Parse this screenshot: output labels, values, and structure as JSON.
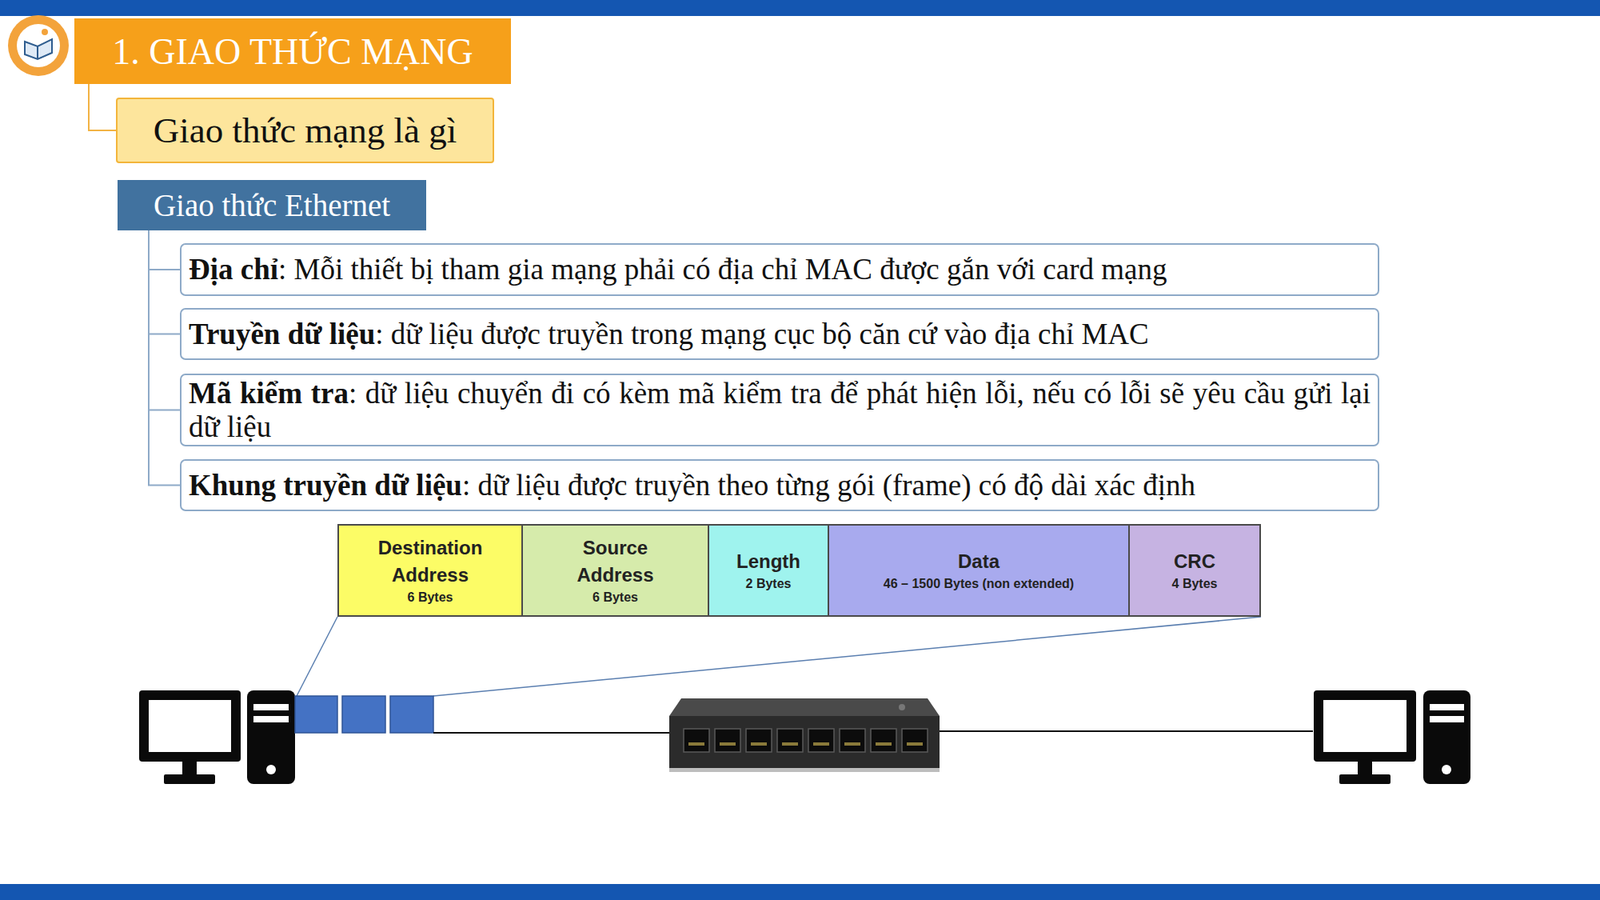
{
  "diagram": {
    "nodes": [
      {
        "text": [
          "1. GIAO THỨC MẠNG"
        ]
      },
      {
        "text": [
          "Giao thức mạng là gì"
        ]
      },
      {
        "text": [
          "Giao thức Ethernet"
        ]
      },
      {
        "text": [
          "Địa chỉ",
          ": Mỗi thiết bị tham gia mạng phải có địa chỉ MAC được gắn với card mạng"
        ]
      },
      {
        "text": [
          "Truyền dữ liệu",
          ": dữ liệu được truyền trong mạng cục bộ căn cứ vào địa chỉ MAC"
        ]
      },
      {
        "text": [
          "Mã kiểm tra",
          ": dữ liệu chuyển đi có kèm mã kiểm tra để phát hiện lỗi, nếu có lỗi sẽ yêu cầu gửi lại dữ liệu"
        ]
      },
      {
        "text": [
          "Khung truyền dữ liệu",
          ": dữ liệu được truyền theo từng gói (frame) có độ dài xác định"
        ]
      },
      {
        "text": [
          "Destination Address",
          "6 Bytes"
        ]
      },
      {
        "text": [
          "Source Address",
          "6 Bytes"
        ]
      },
      {
        "text": [
          "Length",
          "2 Bytes"
        ]
      },
      {
        "text": [
          "Data",
          "46 – 1500 Bytes (non extended)"
        ]
      },
      {
        "text": [
          "CRC",
          "4 Bytes"
        ]
      }
    ],
    "edges": [
      {
        "from": 0,
        "to": 1,
        "arrow": "none"
      },
      {
        "from": 2,
        "to": 3,
        "arrow": "none"
      },
      {
        "from": 2,
        "to": 4,
        "arrow": "none"
      },
      {
        "from": 2,
        "to": 5,
        "arrow": "none"
      },
      {
        "from": 2,
        "to": 6,
        "arrow": "none"
      }
    ]
  }
}
